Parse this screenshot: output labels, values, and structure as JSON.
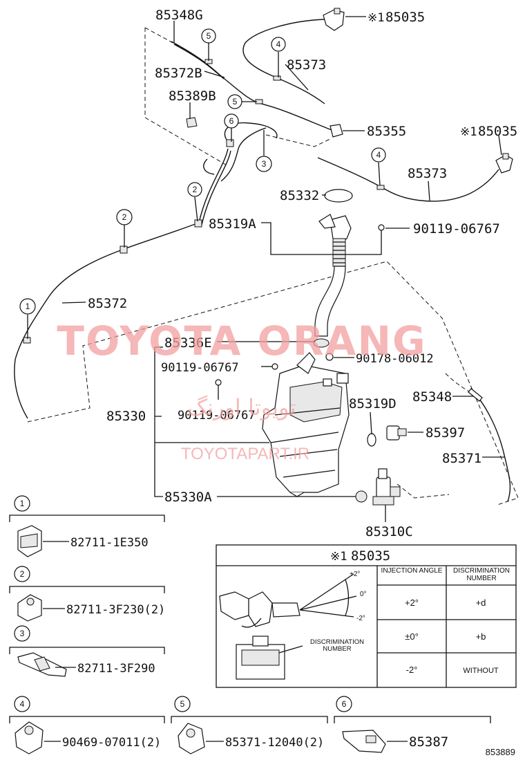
{
  "diagram_id": "853889",
  "watermark": {
    "brand": "TOYOTA ORANG",
    "persian": "تویوتا اورنگ",
    "site": "TOYOTAPART.IR"
  },
  "labels": {
    "p85348G": "85348G",
    "p85035_top": "85035",
    "p85372B": "85372B",
    "p85373_top": "85373",
    "p85389B": "85389B",
    "p85355": "85355",
    "p85035_right": "85035",
    "p85373_mid": "85373",
    "p85332": "85332",
    "p85319A": "85319A",
    "p90119_a": "90119-06767",
    "p85372": "85372",
    "p85336E": "85336E",
    "p90119_b": "90119-06767",
    "p90178": "90178-06012",
    "p85330": "85330",
    "p90119_c": "90119-06767",
    "p85319D": "85319D",
    "p85348": "85348",
    "p85397": "85397",
    "p85371": "85371",
    "p85330A": "85330A",
    "p85310C": "85310C",
    "ref_mark": "※1"
  },
  "callouts": {
    "c1": "1",
    "c2a": "2",
    "c2b": "2",
    "c3": "3",
    "c4a": "4",
    "c4b": "4",
    "c5a": "5",
    "c5b": "5",
    "c6": "6"
  },
  "legend": [
    {
      "num": "1",
      "part": "82711-1E350"
    },
    {
      "num": "2",
      "part": "82711-3F230(2)"
    },
    {
      "num": "3",
      "part": "82711-3F290"
    },
    {
      "num": "4",
      "part": "90469-07011(2)"
    },
    {
      "num": "5",
      "part": "85371-12040(2)"
    },
    {
      "num": "6",
      "part": "85387"
    }
  ],
  "detail_table": {
    "title_mark": "※1",
    "title_part": "85035",
    "headers": [
      "INJECTION ANGLE",
      "DISCRIMINATION NUMBER"
    ],
    "rows": [
      {
        "angle": "+2°",
        "number": "+d"
      },
      {
        "angle": "±0°",
        "number": "+b"
      },
      {
        "angle": "-2°",
        "number": "WITHOUT"
      }
    ],
    "angle_marks": [
      "+2°",
      "0°",
      "-2°"
    ],
    "disc_label": "DISCRIMINATION NUMBER"
  }
}
